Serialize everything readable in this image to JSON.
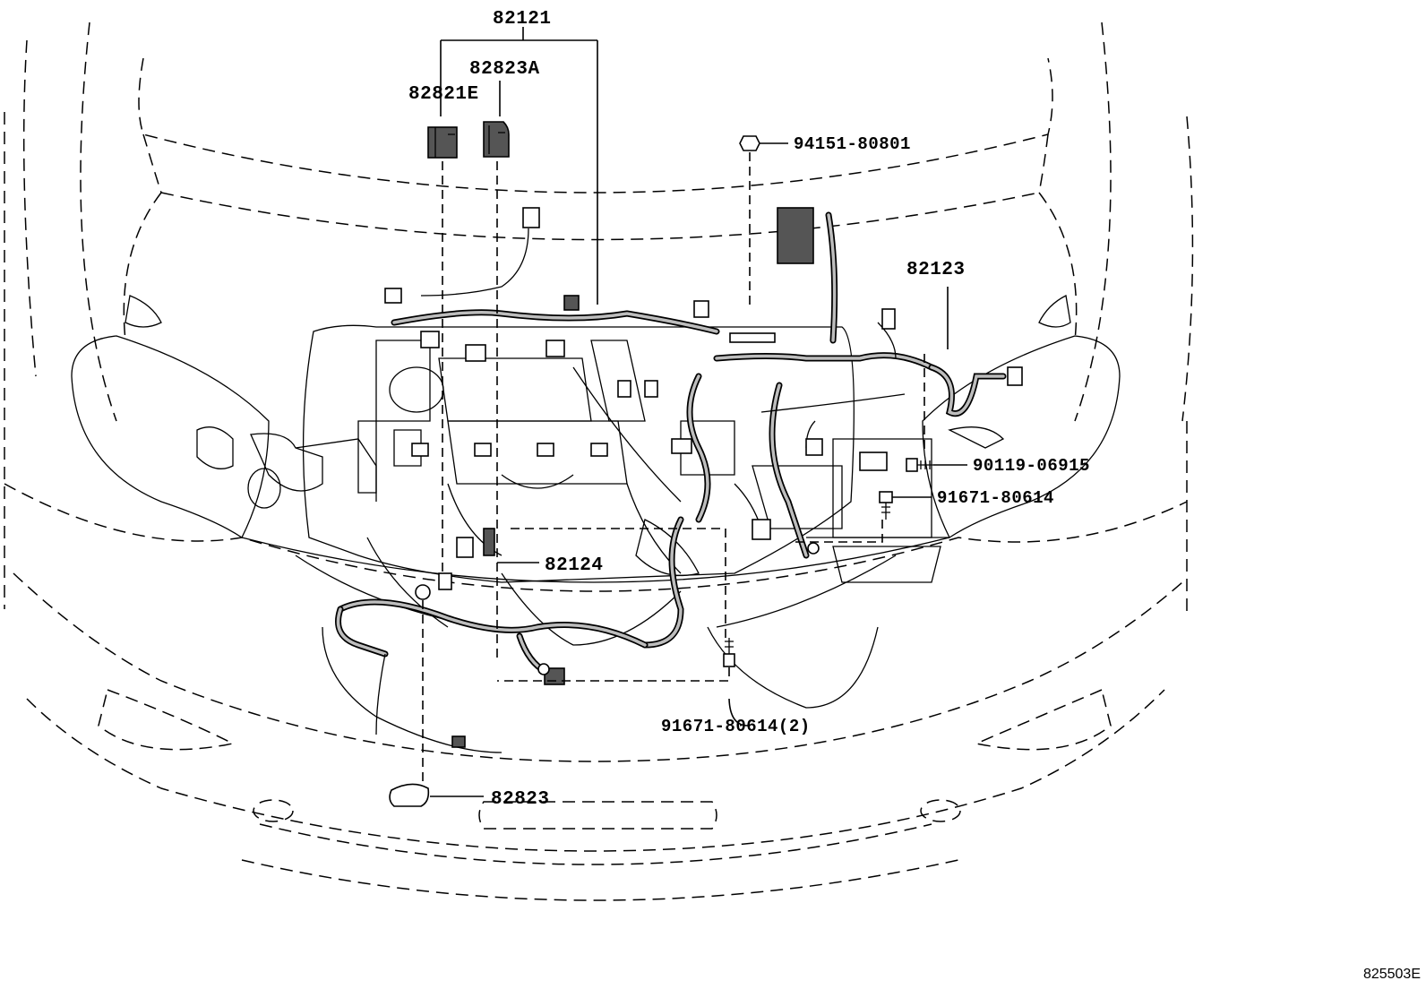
{
  "diagram": {
    "figure_code": "825503E",
    "callouts": [
      {
        "id": "c82121",
        "label": "82121"
      },
      {
        "id": "c82823A",
        "label": "82823A"
      },
      {
        "id": "c82821E",
        "label": "82821E"
      },
      {
        "id": "c94151",
        "label": "94151-80801"
      },
      {
        "id": "c82123",
        "label": "82123"
      },
      {
        "id": "c90119",
        "label": "90119-06915"
      },
      {
        "id": "c91671a",
        "label": "91671-80614"
      },
      {
        "id": "c82124",
        "label": "82124"
      },
      {
        "id": "c91671b",
        "label": "91671-80614(2)"
      },
      {
        "id": "c82823",
        "label": "82823"
      }
    ]
  }
}
